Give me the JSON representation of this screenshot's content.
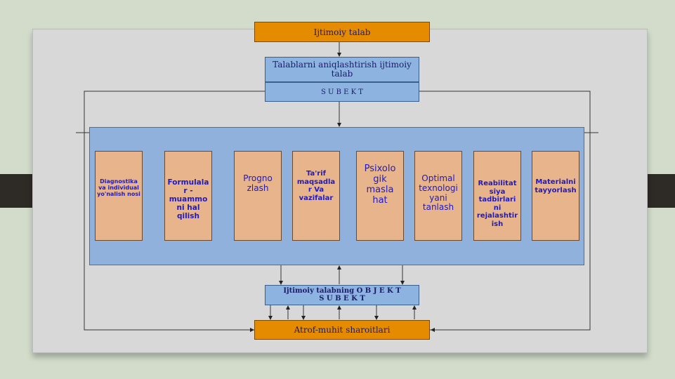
{
  "nodes": {
    "top": "Ijtimoiy talab",
    "define": "Talablarni aniqlashtirish ijtimoiy talab",
    "subject": "S U B E K T",
    "object_line1": "Ijtimoiy talabning O B J E K T",
    "object_line2": "S U B E K T",
    "environment": "Atrof-muhit sharoitlari"
  },
  "steps": [
    "Diagnostika va individual yo'nalish nosi",
    "Formulala r - muammo ni hal qilish",
    "Progno zlash",
    "Ta'rif maqsadla r Va vazifalar",
    "Psixolo gik masla hat",
    "Optimal texnologi yani tanlash",
    "Reabilitat siya tadbirlari ni rejalashtir ish",
    "Materialni tayyorlash"
  ],
  "colors": {
    "orange": "#e58b00",
    "blue": "#8db4e0",
    "step": "#e7b48b",
    "text": "#1b1b6a"
  }
}
